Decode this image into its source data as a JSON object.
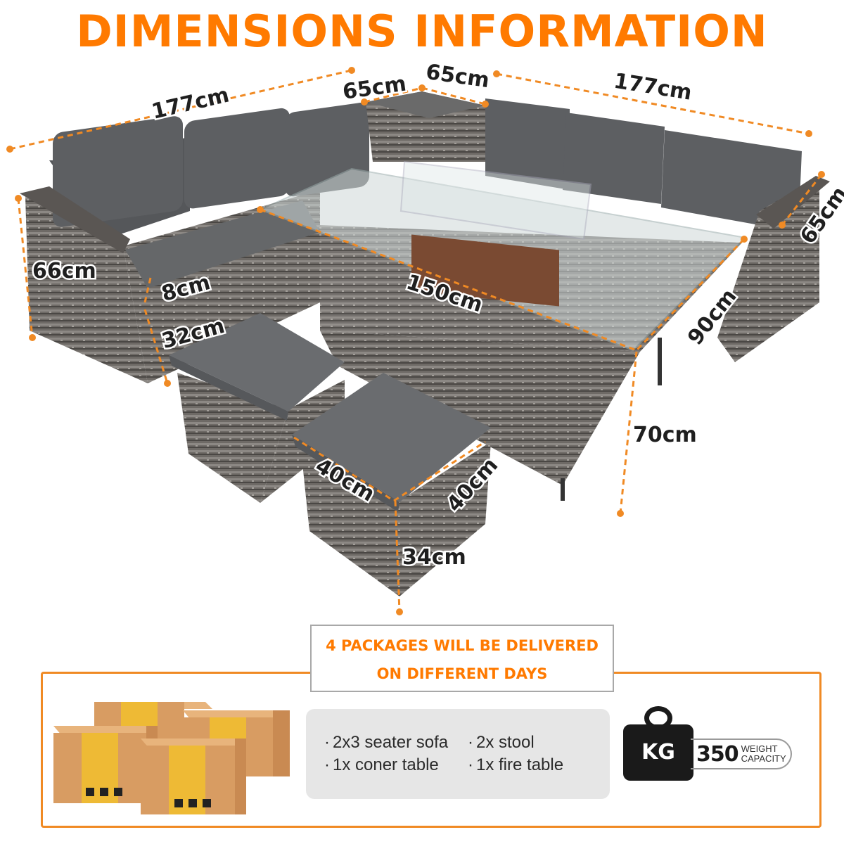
{
  "title": "DIMENSIONS INFORMATION",
  "dimensions": {
    "sofa_left_length": "177cm",
    "corner_table_left": "65cm",
    "corner_table_right": "65cm",
    "sofa_right_length": "177cm",
    "sofa_right_depth": "65cm",
    "sofa_height": "66cm",
    "cushion_thickness": "8cm",
    "seat_height": "32cm",
    "fire_table_length": "150cm",
    "fire_table_width": "90cm",
    "fire_table_height": "70cm",
    "stool_width": "40cm",
    "stool_depth": "40cm",
    "stool_height": "34cm"
  },
  "notice": {
    "line1": "4 PACKAGES WILL BE DELIVERED",
    "line2": "ON DIFFERENT DAYS"
  },
  "contents": {
    "item1": "2x3 seater sofa",
    "item2": "2x stool",
    "item3": "1x coner table",
    "item4": "1x fire table"
  },
  "weight": {
    "unit": "KG",
    "value": "350",
    "label_line1": "WEIGHT",
    "label_line2": "CAPACITY"
  },
  "colors": {
    "accent": "#ff7a00",
    "dimension_line": "#f08a24",
    "cushion": "#5d5f62",
    "rattan": "#6e6a66"
  }
}
